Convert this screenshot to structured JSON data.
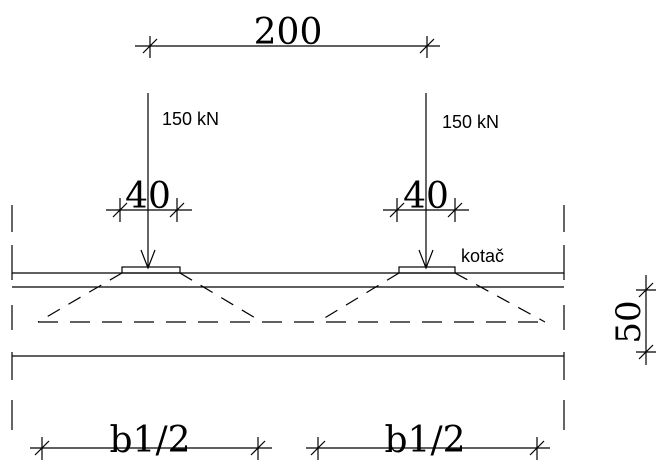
{
  "diagram": {
    "top_dimension": "200",
    "load_left": "150 kN",
    "load_right": "150 kN",
    "pad_width_left": "40",
    "pad_width_right": "40",
    "wheel_label": "kotač",
    "depth_dimension": "50",
    "bottom_dimension_left": "b1/2",
    "bottom_dimension_right": "b1/2"
  },
  "colors": {
    "stroke": "#000000",
    "background": "#ffffff"
  }
}
